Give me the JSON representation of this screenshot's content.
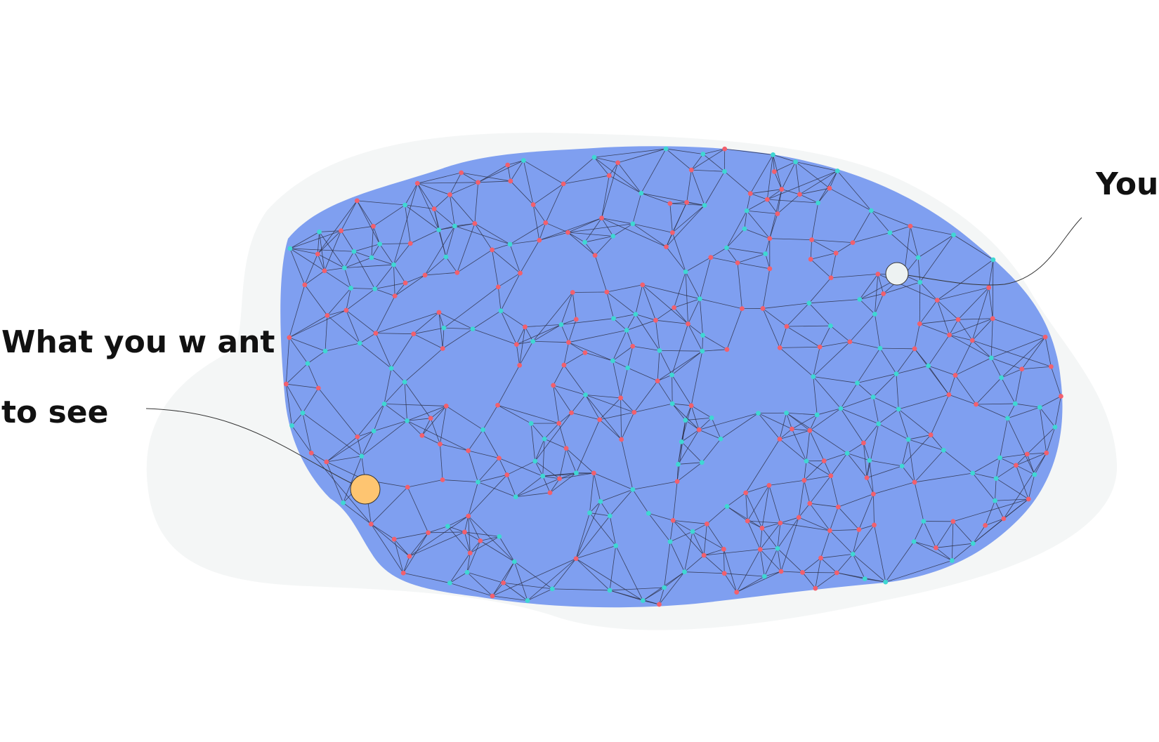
{
  "labels": {
    "you": "You",
    "want_line1": "What you w ant",
    "want_line2": "to see"
  },
  "colors": {
    "background": "#ffffff",
    "outer_blob": "#f4f6f6",
    "inner_blob": "#7799ef",
    "edge": "#2b2f45",
    "node_red": "#f2606d",
    "node_cyan": "#3fd7d3",
    "you_node": "#edf2f2",
    "target_node": "#fec571",
    "callout_line": "#333333"
  },
  "icons": {
    "you_marker": "circle-node",
    "target_marker": "circle-node"
  }
}
